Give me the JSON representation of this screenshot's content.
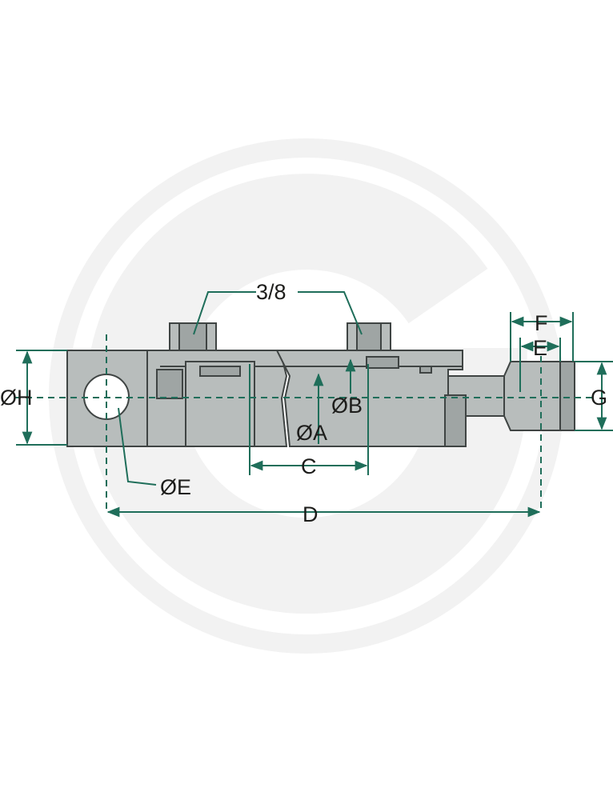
{
  "colors": {
    "background": "#ffffff",
    "watermark": "#f2f2f2",
    "body_fill": "#b8bdbc",
    "body_shade": "#9fa5a4",
    "outline": "#3f4443",
    "dimension": "#1f6e5a",
    "text": "#1d1d1b"
  },
  "watermark": {
    "icon": "granit-g-logo-icon"
  },
  "labels": {
    "ports": "3/8",
    "dim_a": "ØA",
    "dim_b": "ØB",
    "dim_c": "C",
    "dim_d": "D",
    "dim_e_eye": "ØE",
    "dim_e_rod": "E",
    "dim_f": "F",
    "dim_g": "G",
    "dim_h": "ØH"
  }
}
